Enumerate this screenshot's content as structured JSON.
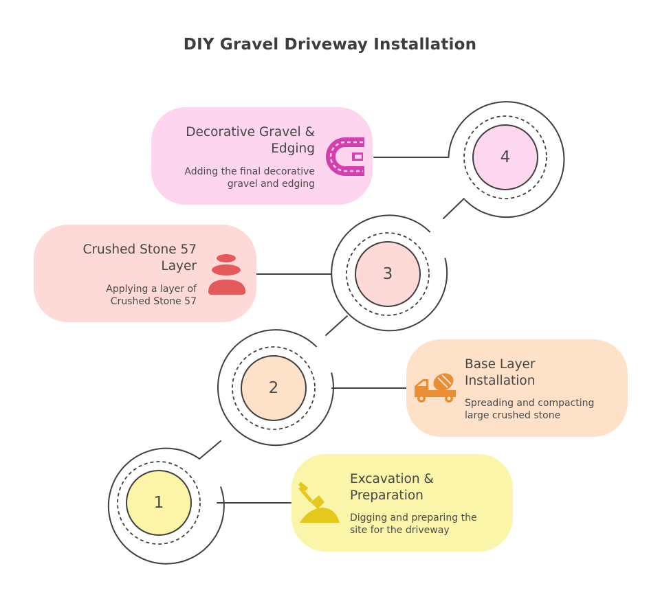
{
  "title": "DIY Gravel Driveway Installation",
  "steps": [
    {
      "number": "1",
      "title": "Excavation & Preparation",
      "title_lines": [
        "Excavation &",
        "Preparation"
      ],
      "description_lines": [
        "Digging and preparing the",
        "site for the driveway"
      ],
      "icon": "shovel-dirt-icon",
      "color": "#fbf5a9",
      "circle_color": "#fcf4a6",
      "icon_color": "#e4c91c"
    },
    {
      "number": "2",
      "title": "Base Layer Installation",
      "title_lines": [
        "Base Layer",
        "Installation"
      ],
      "description_lines": [
        "Spreading and compacting",
        "large crushed stone"
      ],
      "icon": "cement-truck-icon",
      "color": "#fde1c8",
      "circle_color": "#fde2c9",
      "icon_color": "#eb8d34"
    },
    {
      "number": "3",
      "title": "Crushed Stone 57 Layer",
      "title_lines": [
        "Crushed Stone 57",
        "Layer"
      ],
      "description_lines": [
        "Applying a layer of",
        "Crushed Stone 57"
      ],
      "icon": "stacked-stones-icon",
      "color": "#fdd9d7",
      "circle_color": "#fddad8",
      "icon_color": "#e45a5a"
    },
    {
      "number": "4",
      "title": "Decorative Gravel & Edging",
      "title_lines": [
        "Decorative Gravel &",
        "Edging"
      ],
      "description_lines": [
        "Adding the final decorative",
        "gravel and edging"
      ],
      "icon": "curved-road-icon",
      "color": "#fdd5ee",
      "circle_color": "#fdd6ef",
      "icon_color": "#d43fae"
    }
  ]
}
